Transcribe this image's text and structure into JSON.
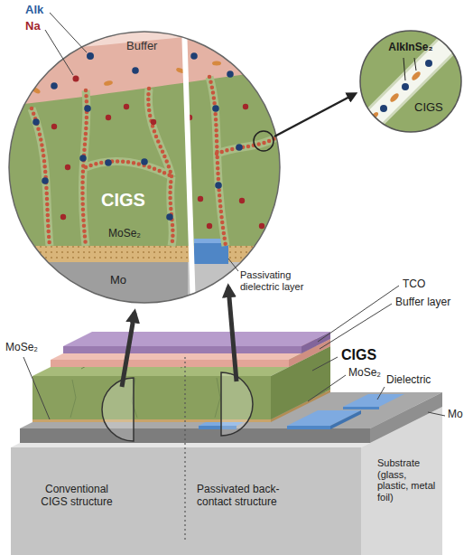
{
  "diagram": {
    "nodes": [
      {
        "text": [
          "AlkInSe₂",
          "CIGS"
        ]
      }
    ],
    "labels": [
      "Alk",
      "Na",
      "Buffer",
      "CIGS",
      "MoSe₂",
      "Mo",
      "Passivating dielectric layer",
      "TCO",
      "Buffer layer",
      "CIGS",
      "MoSe₂",
      "Dielectric",
      "Mo",
      "Substrate (glass, plastic, metal foil)",
      "MoSe₂",
      "Conventional CIGS structure",
      "Passivated back-contact structure"
    ]
  }
}
